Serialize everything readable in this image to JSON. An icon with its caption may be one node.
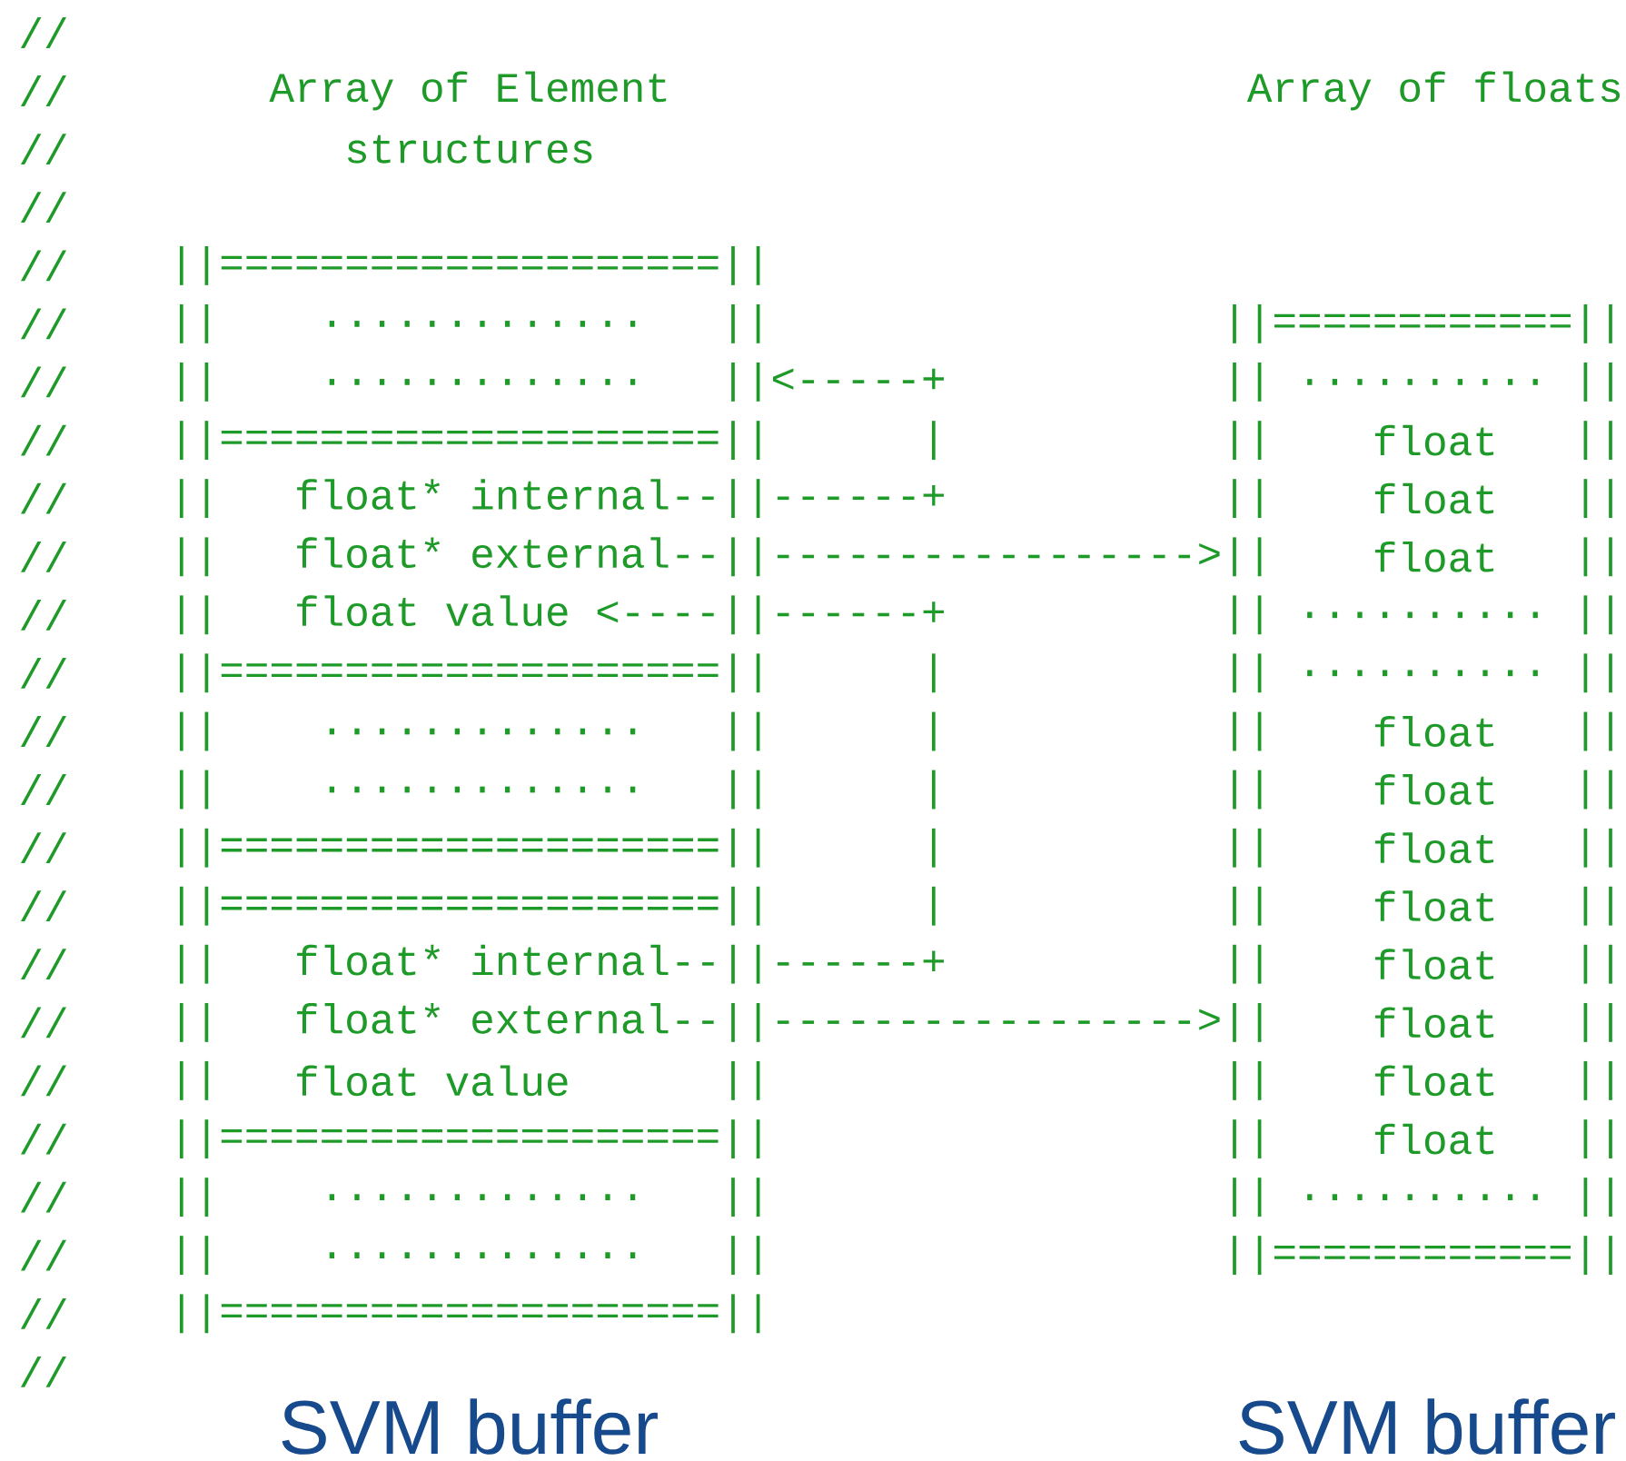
{
  "diagram": {
    "labels": [
      "//",
      "//",
      "Array of Element",
      "Array of floats",
      "//",
      "structures",
      "//",
      "//",
      "||====================||",
      "//",
      "||",
      ".............",
      "||",
      "||============||",
      "//",
      "||",
      ".............",
      "||<-----+",
      "||",
      "..........",
      "||",
      "//",
      "||====================||",
      "|",
      "||",
      "float",
      "||",
      "//",
      "||",
      "float* internal--||------+",
      "||",
      "float",
      "||",
      "//",
      "||",
      "float* external--||----------------->||",
      "float",
      "||",
      "//",
      "||",
      "float value <----||------+",
      "||",
      "..........",
      "||",
      "//",
      "||====================||",
      "|",
      "||",
      "..........",
      "||",
      "//",
      "||",
      ".............",
      "||",
      "|",
      "||",
      "float",
      "||",
      "//",
      "||",
      ".............",
      "||",
      "|",
      "||",
      "float",
      "||",
      "//",
      "||====================||",
      "|",
      "||",
      "float",
      "||",
      "//",
      "||====================||",
      "|",
      "||",
      "float",
      "||",
      "//",
      "||",
      "float* internal--||------+",
      "||",
      "float",
      "||",
      "//",
      "||",
      "float* external--||----------------->||",
      "float",
      "||",
      "//",
      "||",
      "float value",
      "||",
      "||",
      "float",
      "||",
      "//",
      "||====================||",
      "||",
      "float",
      "||",
      "//",
      "||",
      ".............",
      "||",
      "||",
      "..........",
      "||",
      "//",
      "||",
      ".............",
      "||",
      "||============||",
      "//",
      "||====================||",
      "//",
      "SVM buffer",
      "SVM buffer"
    ]
  }
}
